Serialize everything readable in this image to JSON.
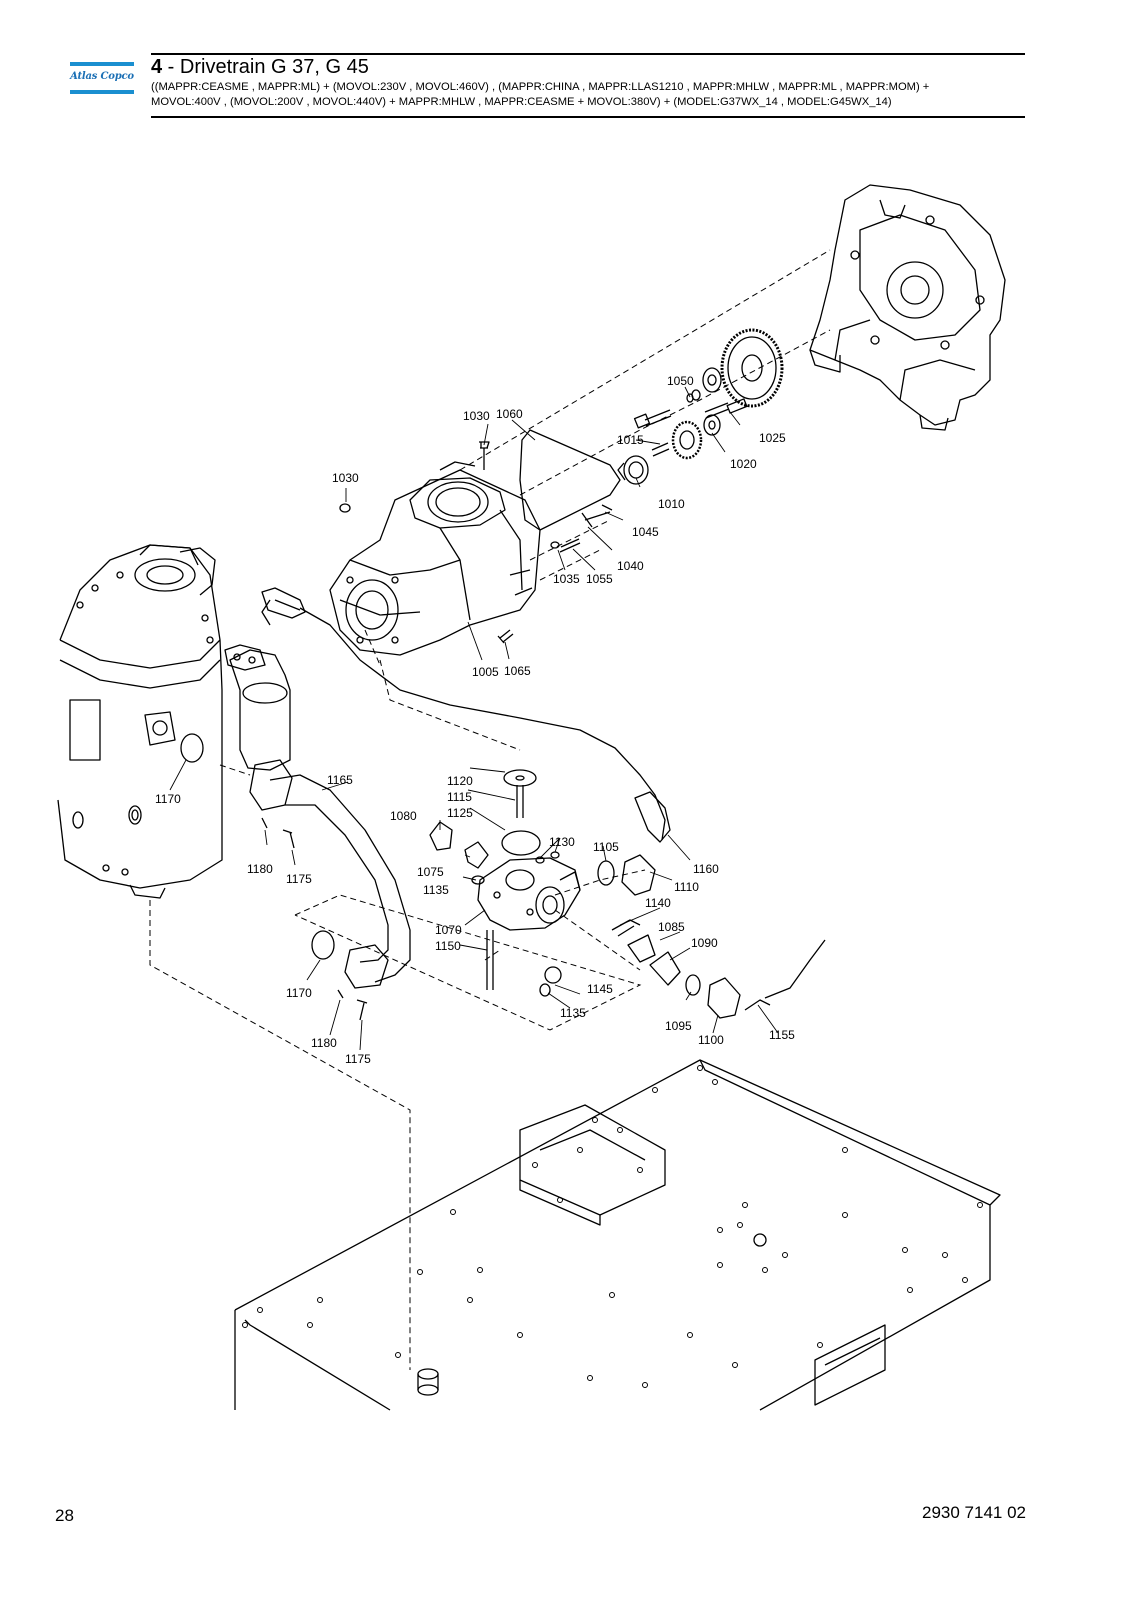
{
  "brand": {
    "logo_text": "Atlas Copco",
    "logo_color": "#1a8fd0"
  },
  "header": {
    "section_number": "4",
    "title": " - Drivetrain G 37, G 45",
    "applicability_line1": "((MAPPR:CEASME , MAPPR:ML) + (MOVOL:230V , MOVOL:460V) , (MAPPR:CHINA , MAPPR:LLAS1210 , MAPPR:MHLW , MAPPR:ML , MAPPR:MOM) +",
    "applicability_line2": "MOVOL:400V , (MOVOL:200V , MOVOL:440V) + MAPPR:MHLW , MAPPR:CEASME + MOVOL:380V) + (MODEL:G37WX_14 , MODEL:G45WX_14)"
  },
  "callouts": {
    "c1005": "1005",
    "c1010": "1010",
    "c1015": "1015",
    "c1020": "1020",
    "c1025": "1025",
    "c1030a": "1030",
    "c1030b": "1030",
    "c1035": "1035",
    "c1040": "1040",
    "c1045": "1045",
    "c1050": "1050",
    "c1055": "1055",
    "c1060": "1060",
    "c1065": "1065",
    "c1070": "1070",
    "c1075": "1075",
    "c1080": "1080",
    "c1085": "1085",
    "c1090": "1090",
    "c1095": "1095",
    "c1100": "1100",
    "c1105": "1105",
    "c1110": "1110",
    "c1115": "1115",
    "c1120": "1120",
    "c1125": "1125",
    "c1130": "1130",
    "c1135a": "1135",
    "c1135b": "1135",
    "c1140": "1140",
    "c1145": "1145",
    "c1150": "1150",
    "c1155": "1155",
    "c1160": "1160",
    "c1165": "1165",
    "c1170a": "1170",
    "c1170b": "1170",
    "c1175a": "1175",
    "c1175b": "1175",
    "c1180a": "1180",
    "c1180b": "1180"
  },
  "footer": {
    "page_number": "28",
    "document_number": "2930 7141 02"
  }
}
